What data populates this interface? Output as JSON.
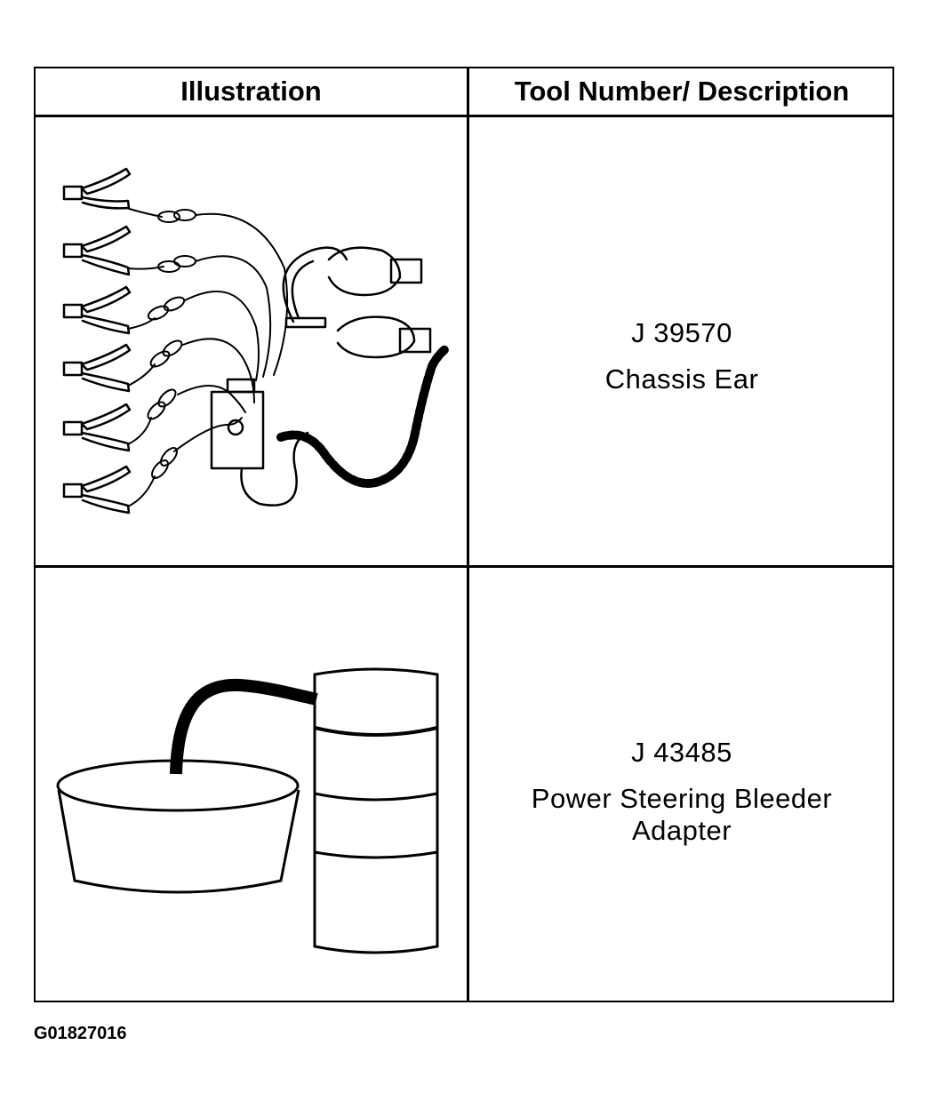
{
  "header": {
    "illustration": "Illustration",
    "tool": "Tool Number/ Description"
  },
  "rows": [
    {
      "number": "J 39570",
      "description": "Chassis Ear",
      "illustration_icon": "chassis-ear-tool-icon"
    },
    {
      "number": "J 43485",
      "description": "Power Steering Bleeder Adapter",
      "description_line1": "Power Steering Bleeder",
      "description_line2": "Adapter",
      "illustration_icon": "bleeder-adapter-tool-icon"
    }
  ],
  "figure_id": "G01827016"
}
